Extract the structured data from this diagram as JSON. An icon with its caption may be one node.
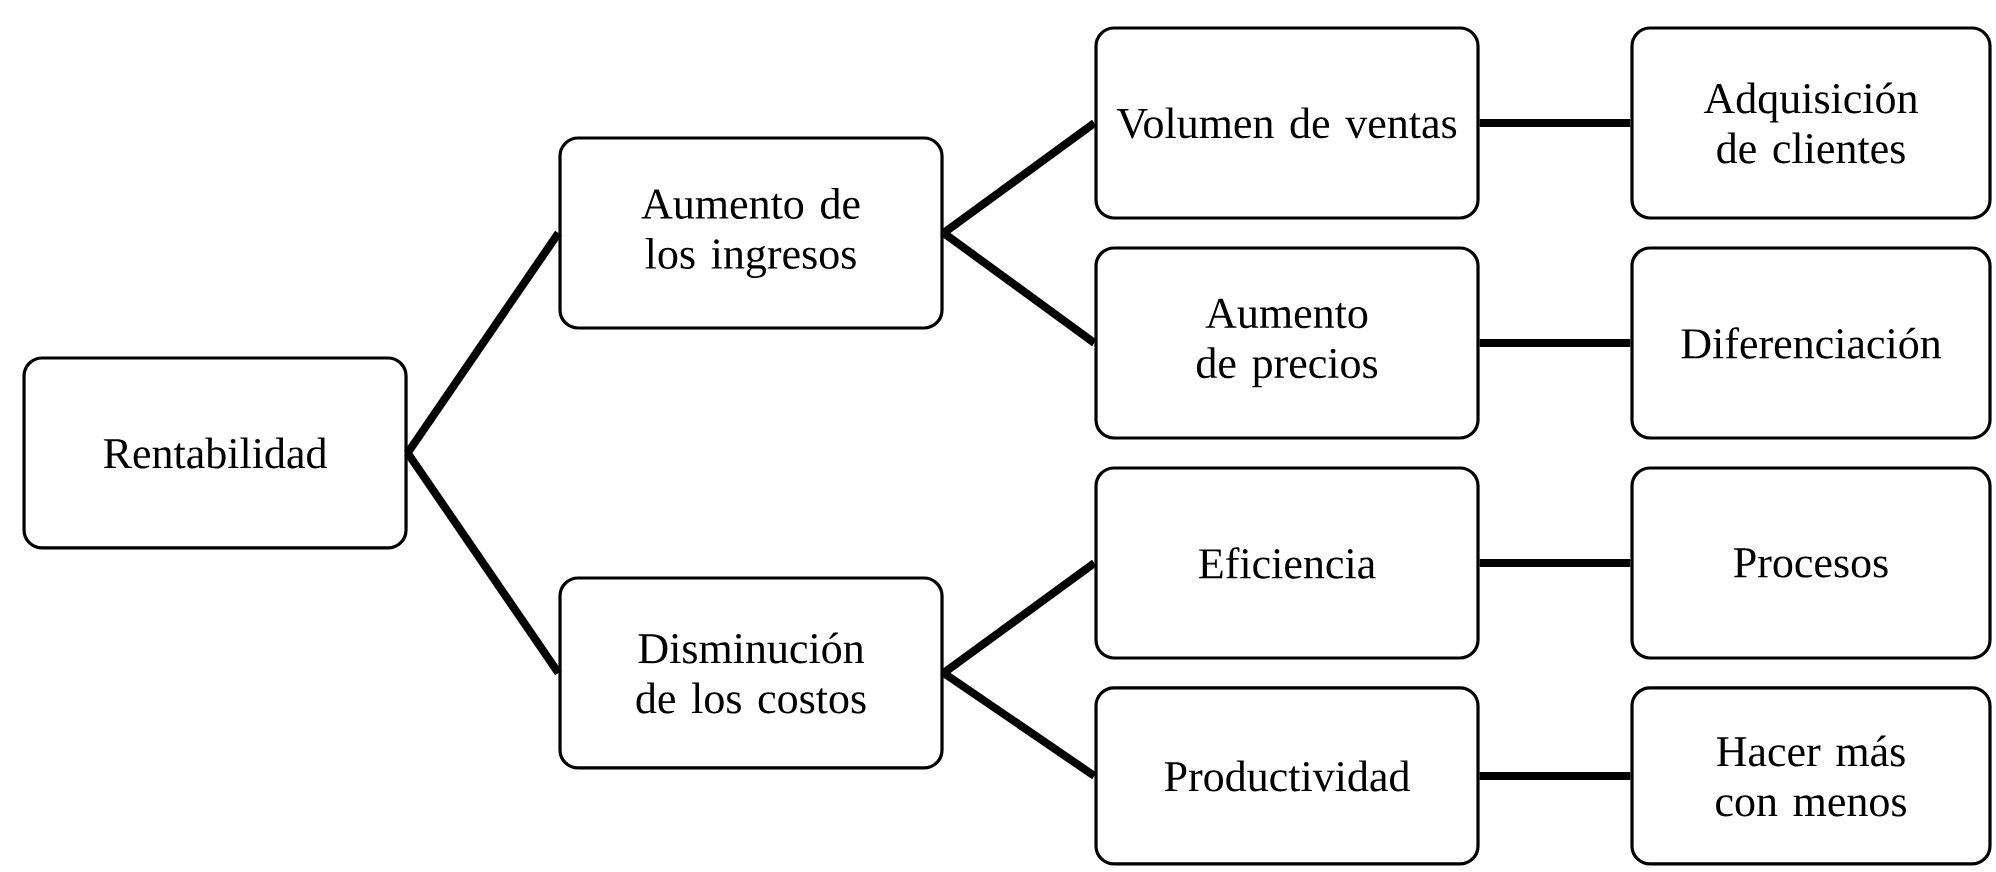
{
  "diagram": {
    "nodes": [
      {
        "text": [
          "Rentabilidad"
        ]
      },
      {
        "text": [
          "Aumento de los ingresos"
        ]
      },
      {
        "text": [
          "Disminución de los costos"
        ]
      },
      {
        "text": [
          "Volumen de ventas"
        ]
      },
      {
        "text": [
          "Aumento de precios"
        ]
      },
      {
        "text": [
          "Eficiencia"
        ]
      },
      {
        "text": [
          "Productividad"
        ]
      },
      {
        "text": [
          "Adquisición de clientes"
        ]
      },
      {
        "text": [
          "Diferenciación"
        ]
      },
      {
        "text": [
          "Procesos"
        ]
      },
      {
        "text": [
          "Hacer más con menos"
        ]
      }
    ],
    "edges": [
      {
        "from": 0,
        "to": 1,
        "arrow": "none"
      },
      {
        "from": 0,
        "to": 2,
        "arrow": "none"
      },
      {
        "from": 1,
        "to": 3,
        "arrow": "none"
      },
      {
        "from": 1,
        "to": 4,
        "arrow": "none"
      },
      {
        "from": 2,
        "to": 5,
        "arrow": "none"
      },
      {
        "from": 2,
        "to": 6,
        "arrow": "none"
      },
      {
        "from": 3,
        "to": 7,
        "arrow": "none"
      },
      {
        "from": 4,
        "to": 8,
        "arrow": "none"
      },
      {
        "from": 5,
        "to": 9,
        "arrow": "none"
      },
      {
        "from": 6,
        "to": 10,
        "arrow": "none"
      }
    ]
  }
}
